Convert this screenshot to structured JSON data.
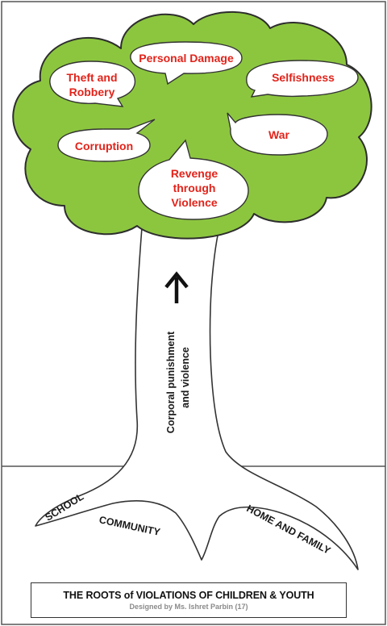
{
  "bubbles": {
    "personal_damage": "Personal Damage",
    "theft_line1": "Theft and",
    "theft_line2": "Robbery",
    "selfishness": "Selfishness",
    "corruption": "Corruption",
    "war": "War",
    "revenge_line1": "Revenge",
    "revenge_line2": "through",
    "revenge_line3": "Violence"
  },
  "trunk": {
    "line1": "Corporal punishment",
    "line2": "and violence"
  },
  "roots": {
    "school": "SCHOOL",
    "community": "COMMUNITY",
    "home_family": "HOME AND FAMILY"
  },
  "footer": {
    "title": "THE ROOTS of VIOLATIONS OF CHILDREN & YOUTH",
    "credit": "Designed by Ms. Ishret Parbin (17)"
  },
  "colors": {
    "foliage": "#8cc63f",
    "label_red": "#e2231a"
  }
}
